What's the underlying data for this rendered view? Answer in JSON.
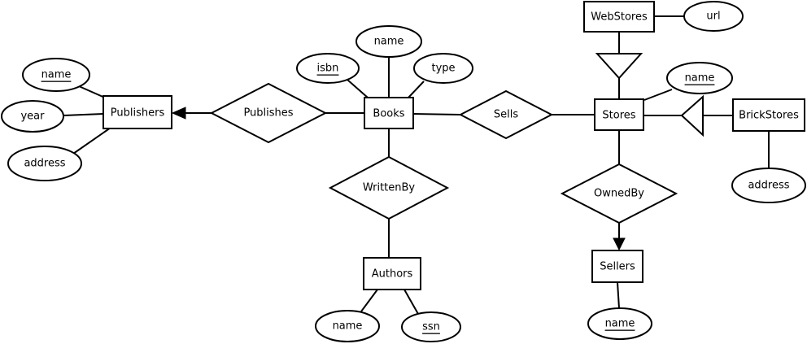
{
  "er": {
    "colors": {
      "stroke": "#000000",
      "fill": "#ffffff",
      "background": "#ffffff"
    },
    "entities": {
      "publishers": {
        "label": "Publishers"
      },
      "books": {
        "label": "Books"
      },
      "stores": {
        "label": "Stores"
      },
      "webstores": {
        "label": "WebStores"
      },
      "brickstores": {
        "label": "BrickStores"
      },
      "authors": {
        "label": "Authors"
      },
      "sellers": {
        "label": "Sellers"
      }
    },
    "relationships": {
      "publishes": {
        "label": "Publishes",
        "arrow_to": "Publishers"
      },
      "sells": {
        "label": "Sells"
      },
      "writtenby": {
        "label": "WrittenBy"
      },
      "ownedby": {
        "label": "OwnedBy",
        "arrow_to": "Sellers"
      }
    },
    "attributes": {
      "publishers_name": {
        "label": "name",
        "key": true
      },
      "publishers_year": {
        "label": "year",
        "key": false
      },
      "publishers_address": {
        "label": "address",
        "key": false
      },
      "books_isbn": {
        "label": "isbn",
        "key": true
      },
      "books_name": {
        "label": "name",
        "key": false
      },
      "books_type": {
        "label": "type",
        "key": false
      },
      "webstores_url": {
        "label": "url",
        "key": false
      },
      "stores_name": {
        "label": "name",
        "key": true
      },
      "brickstores_address": {
        "label": "address",
        "key": false
      },
      "authors_name": {
        "label": "name",
        "key": false
      },
      "authors_ssn": {
        "label": "ssn",
        "key": true
      },
      "sellers_name": {
        "label": "name",
        "key": true
      }
    },
    "isa": [
      {
        "subtype": "WebStores",
        "supertype": "Stores"
      },
      {
        "subtype": "BrickStores",
        "supertype": "Stores"
      }
    ]
  }
}
